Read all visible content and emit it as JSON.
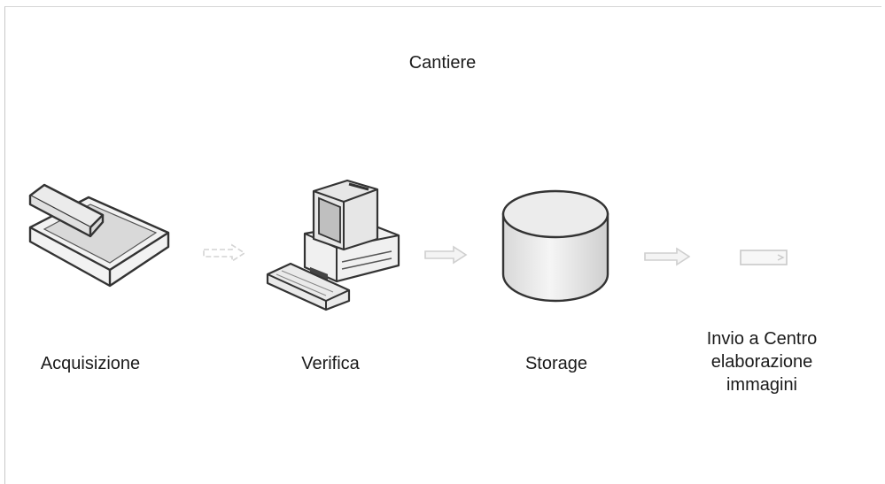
{
  "diagram": {
    "title": "Cantiere",
    "steps": [
      {
        "icon": "scanner-icon",
        "label": "Acquisizione"
      },
      {
        "icon": "computer-icon",
        "label": "Verifica"
      },
      {
        "icon": "database-icon",
        "label": "Storage"
      },
      {
        "icon": "send-icon",
        "label": "Invio a Centro\nelaborazione\nimmagini"
      }
    ]
  }
}
